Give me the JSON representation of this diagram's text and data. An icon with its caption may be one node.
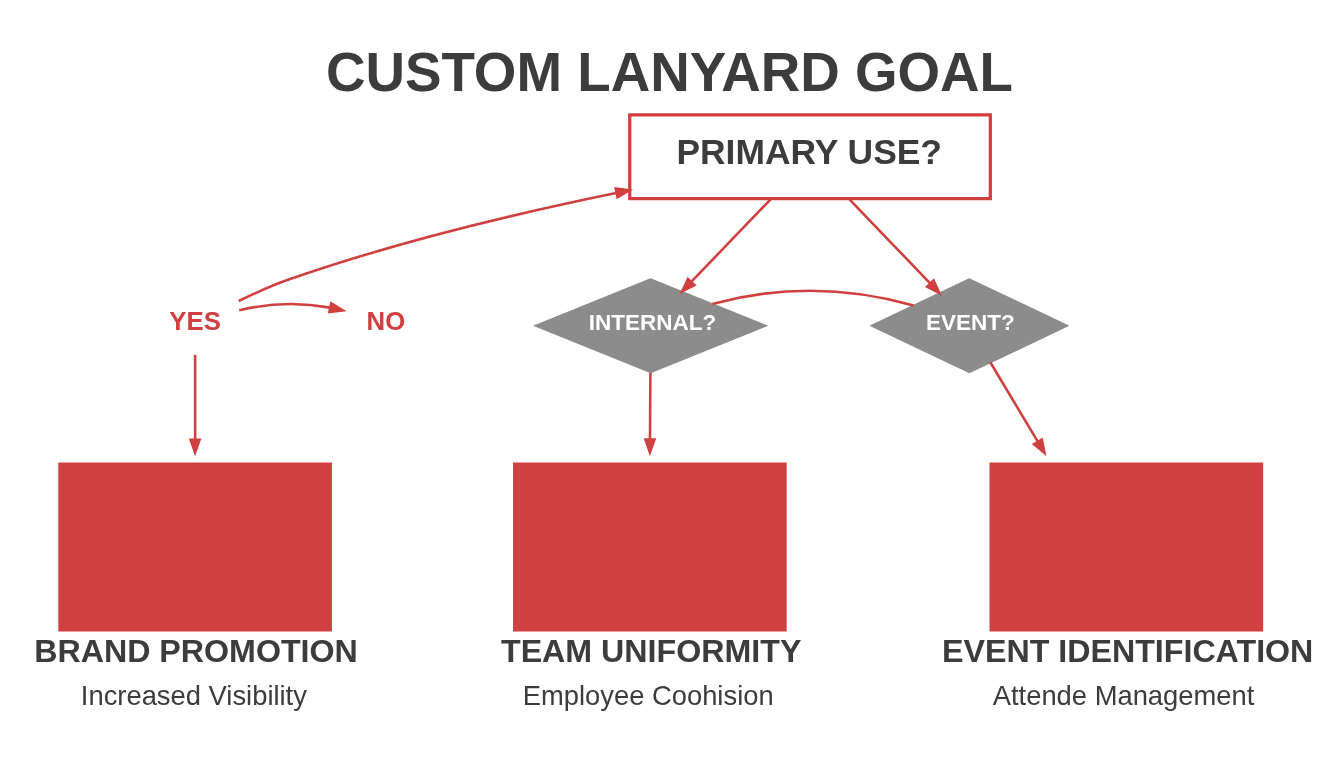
{
  "diagram": {
    "title": "CUSTOM LANYARD GOAL",
    "nodes": [
      {
        "text": [
          "PRIMARY USE?"
        ]
      },
      {
        "text": [
          "YES"
        ]
      },
      {
        "text": [
          "NO"
        ]
      },
      {
        "text": [
          "INTERNAL?"
        ]
      },
      {
        "text": [
          "EVENT?"
        ]
      },
      {
        "text": [
          "BRAND PROMOTION",
          "Increased Visibility"
        ]
      },
      {
        "text": [
          "TEAM UNIFORMITY",
          "Employee Coohision"
        ]
      },
      {
        "text": [
          "EVENT IDENTIFICATION",
          "Attende Management"
        ]
      }
    ],
    "edges": [
      {
        "from": 1,
        "to": 0,
        "arrow": "to"
      },
      {
        "from": 0,
        "to": 3,
        "arrow": "to"
      },
      {
        "from": 0,
        "to": 4,
        "arrow": "to"
      },
      {
        "from": 1,
        "to": 2,
        "arrow": "to"
      },
      {
        "from": 3,
        "to": 4,
        "arrow": "none"
      },
      {
        "from": 1,
        "to": 5,
        "arrow": "to"
      },
      {
        "from": 3,
        "to": 6,
        "arrow": "to"
      },
      {
        "from": 4,
        "to": 7,
        "arrow": "to"
      }
    ]
  }
}
